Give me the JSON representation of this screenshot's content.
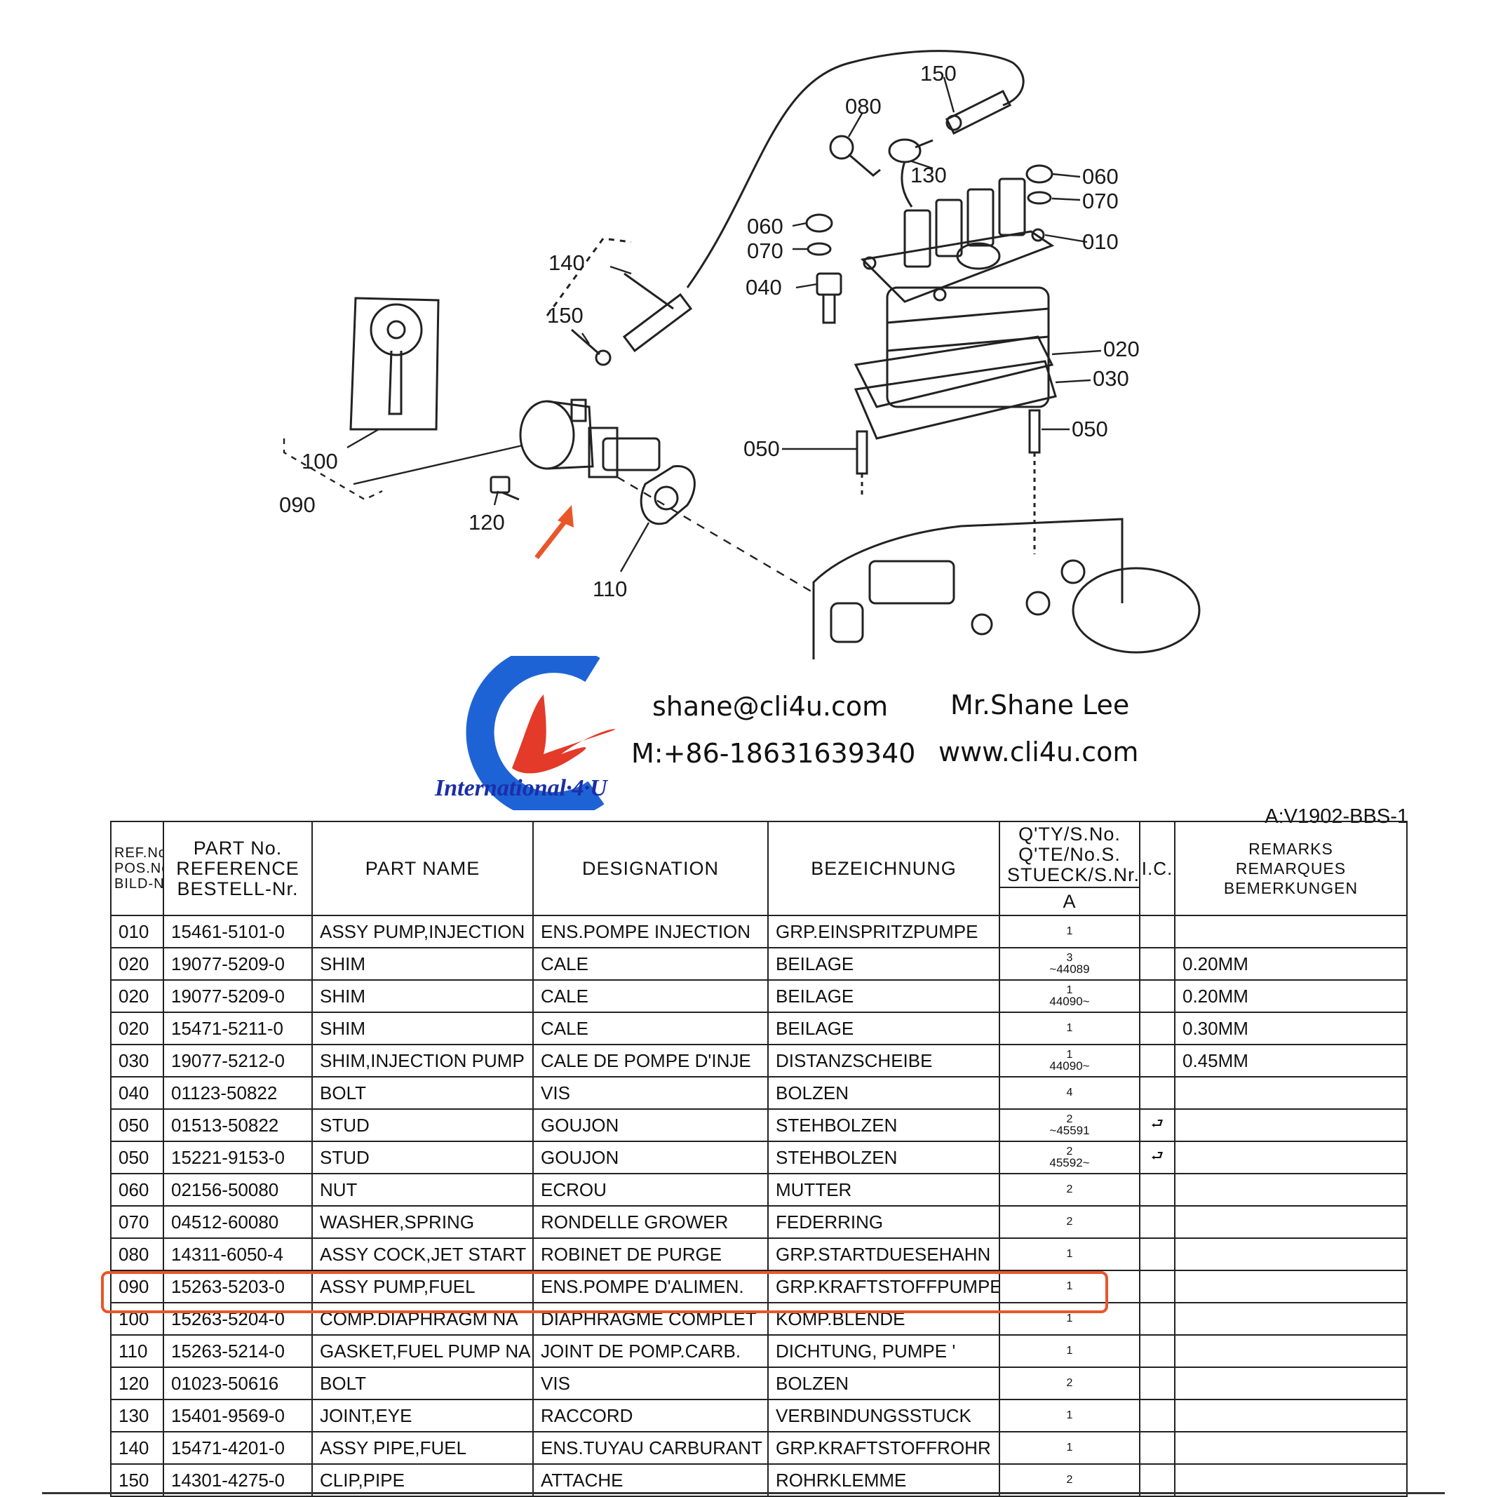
{
  "diagram": {
    "callouts": [
      "150",
      "080",
      "130",
      "060",
      "070",
      "010",
      "060",
      "070",
      "040",
      "140",
      "150",
      "020",
      "030",
      "050",
      "050",
      "100",
      "090",
      "120",
      "110"
    ],
    "arrow_color": "#e8562a"
  },
  "contact": {
    "email": "shane@cli4u.com",
    "person": "Mr.Shane Lee",
    "mobile": "M:+86-18631639340",
    "website": "www.cli4u.com",
    "brand": "International·4·U",
    "logo_colors": {
      "ring": "#1e63d6",
      "swoosh": "#e33a2a"
    }
  },
  "sheet_code": "A:V1902-BBS-1",
  "table": {
    "headers": {
      "ref": [
        "REF.No.",
        "POS.No.",
        "BILD-Nr."
      ],
      "part_no": [
        "PART No.",
        "REFERENCE",
        "BESTELL-Nr."
      ],
      "part_name": "PART NAME",
      "designation": "DESIGNATION",
      "bezeichnung": "BEZEICHNUNG",
      "qty": [
        "Q'TY/S.No.",
        "Q'TE/No.S.",
        "STUECK/S.Nr."
      ],
      "qty_sub": "A",
      "ic": "I.C.",
      "remarks": [
        "REMARKS",
        "REMARQUES",
        "BEMERKUNGEN"
      ]
    },
    "rows": [
      {
        "ref": "010",
        "part_no": "15461-5101-0",
        "name": "ASSY PUMP,INJECTION",
        "designation": "ENS.POMPE INJECTION",
        "bezeichnung": "GRP.EINSPRITZPUMPE",
        "qty": "1",
        "serial": "",
        "ic": "",
        "remarks": ""
      },
      {
        "ref": "020",
        "part_no": "19077-5209-0",
        "name": "SHIM",
        "designation": "CALE",
        "bezeichnung": "BEILAGE",
        "qty": "3",
        "serial": "~44089",
        "ic": "",
        "remarks": "0.20MM"
      },
      {
        "ref": "020",
        "part_no": "19077-5209-0",
        "name": "SHIM",
        "designation": "CALE",
        "bezeichnung": "BEILAGE",
        "qty": "1",
        "serial": "44090~",
        "ic": "",
        "remarks": "0.20MM"
      },
      {
        "ref": "020",
        "part_no": "15471-5211-0",
        "name": "SHIM",
        "designation": "CALE",
        "bezeichnung": "BEILAGE",
        "qty": "1",
        "serial": "",
        "ic": "",
        "remarks": "0.30MM"
      },
      {
        "ref": "030",
        "part_no": "19077-5212-0",
        "name": "SHIM,INJECTION PUMP",
        "designation": "CALE DE POMPE D'INJE",
        "bezeichnung": "DISTANZSCHEIBE",
        "qty": "1",
        "serial": "44090~",
        "ic": "",
        "remarks": "0.45MM"
      },
      {
        "ref": "040",
        "part_no": "01123-50822",
        "name": "BOLT",
        "designation": "VIS",
        "bezeichnung": "BOLZEN",
        "qty": "4",
        "serial": "",
        "ic": "",
        "remarks": ""
      },
      {
        "ref": "050",
        "part_no": "01513-50822",
        "name": "STUD",
        "designation": "GOUJON",
        "bezeichnung": "STEHBOLZEN",
        "qty": "2",
        "serial": "~45591",
        "ic": "⮐",
        "remarks": ""
      },
      {
        "ref": "050",
        "part_no": "15221-9153-0",
        "name": "STUD",
        "designation": "GOUJON",
        "bezeichnung": "STEHBOLZEN",
        "qty": "2",
        "serial": "45592~",
        "ic": "⮐",
        "remarks": ""
      },
      {
        "ref": "060",
        "part_no": "02156-50080",
        "name": "NUT",
        "designation": "ECROU",
        "bezeichnung": "MUTTER",
        "qty": "2",
        "serial": "",
        "ic": "",
        "remarks": ""
      },
      {
        "ref": "070",
        "part_no": "04512-60080",
        "name": "WASHER,SPRING",
        "designation": "RONDELLE GROWER",
        "bezeichnung": "FEDERRING",
        "qty": "2",
        "serial": "",
        "ic": "",
        "remarks": ""
      },
      {
        "ref": "080",
        "part_no": "14311-6050-4",
        "name": "ASSY COCK,JET START",
        "designation": "ROBINET DE PURGE",
        "bezeichnung": "GRP.STARTDUESEHAHN",
        "qty": "1",
        "serial": "",
        "ic": "",
        "remarks": ""
      },
      {
        "ref": "090",
        "part_no": "15263-5203-0",
        "name": "ASSY PUMP,FUEL",
        "designation": "ENS.POMPE D'ALIMEN.",
        "bezeichnung": "GRP.KRAFTSTOFFPUMPE",
        "qty": "1",
        "serial": "",
        "ic": "",
        "remarks": "",
        "highlighted": true
      },
      {
        "ref": "100",
        "part_no": "15263-5204-0",
        "name": "COMP.DIAPHRAGM NA",
        "designation": "DIAPHRAGME COMPLET",
        "bezeichnung": "KOMP.BLENDE",
        "qty": "1",
        "serial": "",
        "ic": "",
        "remarks": ""
      },
      {
        "ref": "110",
        "part_no": "15263-5214-0",
        "name": "GASKET,FUEL PUMP NA",
        "designation": "JOINT DE POMP.CARB.",
        "bezeichnung": "DICHTUNG, PUMPE '",
        "qty": "1",
        "serial": "",
        "ic": "",
        "remarks": ""
      },
      {
        "ref": "120",
        "part_no": "01023-50616",
        "name": "BOLT",
        "designation": "VIS",
        "bezeichnung": "BOLZEN",
        "qty": "2",
        "serial": "",
        "ic": "",
        "remarks": ""
      },
      {
        "ref": "130",
        "part_no": "15401-9569-0",
        "name": "JOINT,EYE",
        "designation": "RACCORD",
        "bezeichnung": "VERBINDUNGSSTUCK",
        "qty": "1",
        "serial": "",
        "ic": "",
        "remarks": ""
      },
      {
        "ref": "140",
        "part_no": "15471-4201-0",
        "name": "ASSY PIPE,FUEL",
        "designation": "ENS.TUYAU CARBURANT",
        "bezeichnung": "GRP.KRAFTSTOFFROHR",
        "qty": "1",
        "serial": "",
        "ic": "",
        "remarks": ""
      },
      {
        "ref": "150",
        "part_no": "14301-4275-0",
        "name": "CLIP,PIPE",
        "designation": "ATTACHE",
        "bezeichnung": "ROHRKLEMME",
        "qty": "2",
        "serial": "",
        "ic": "",
        "remarks": ""
      }
    ]
  }
}
